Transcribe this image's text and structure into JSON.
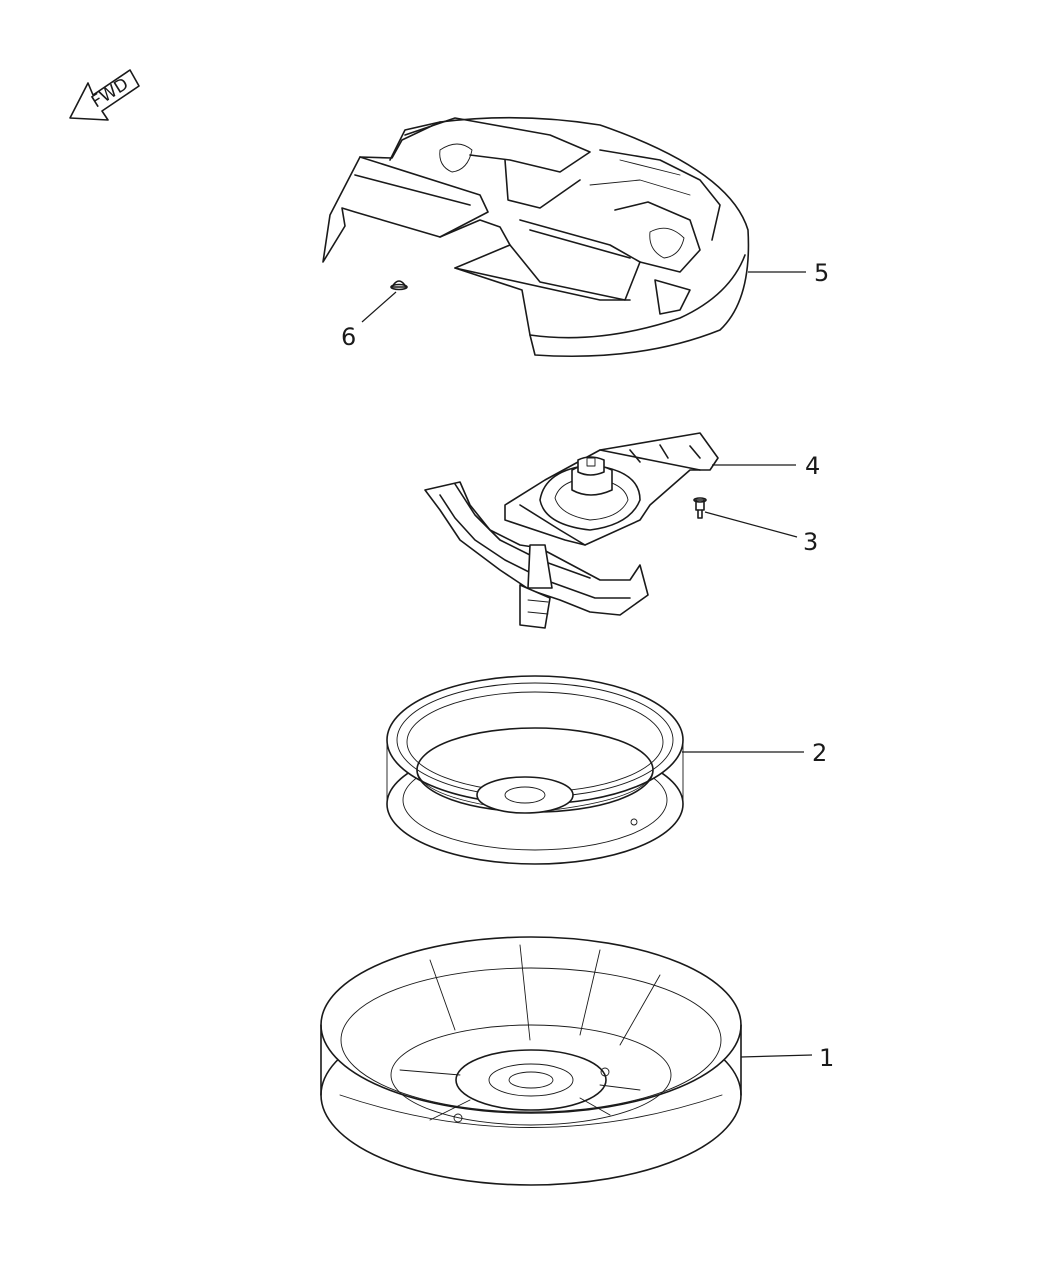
{
  "orientation": {
    "label": "FWD",
    "icon": "forward-arrow-icon"
  },
  "callouts": [
    {
      "number": "1",
      "part": "spare-tire-wheel"
    },
    {
      "number": "2",
      "part": "spare-wheel-rim"
    },
    {
      "number": "3",
      "part": "bolt"
    },
    {
      "number": "4",
      "part": "jack-bracket"
    },
    {
      "number": "5",
      "part": "spare-tire-cover-tray"
    },
    {
      "number": "6",
      "part": "push-pin-fastener"
    }
  ]
}
